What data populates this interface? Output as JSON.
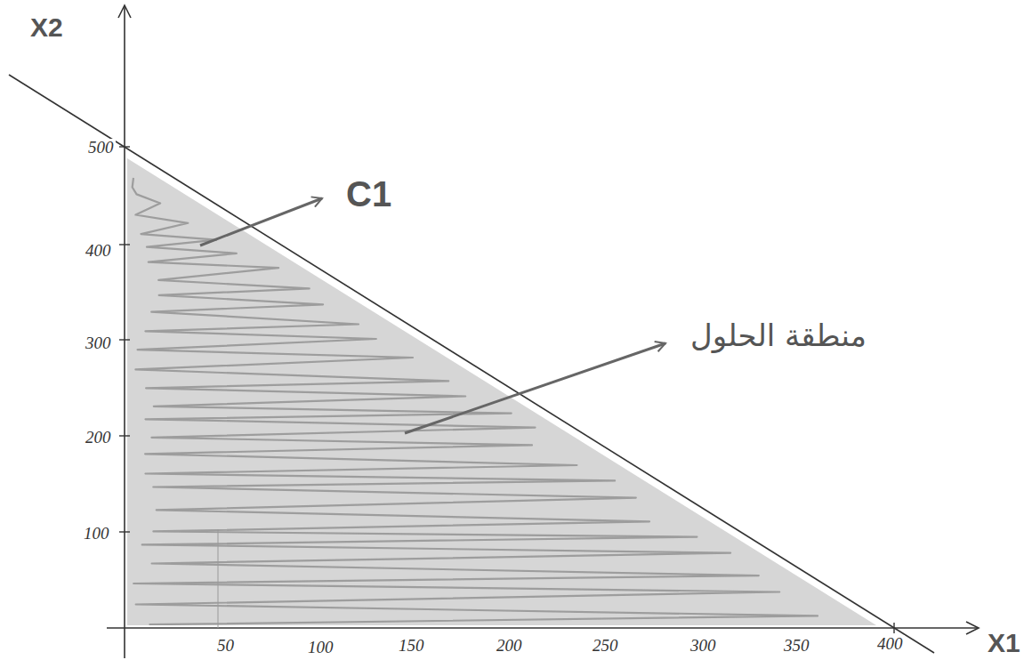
{
  "diagram": {
    "labels": [
      "X2",
      "X1",
      "C1",
      "منطقة الحلول",
      "500",
      "400",
      "300",
      "200",
      "100",
      "50",
      "100",
      "150",
      "200",
      "250",
      "300",
      "350",
      "400"
    ]
  }
}
